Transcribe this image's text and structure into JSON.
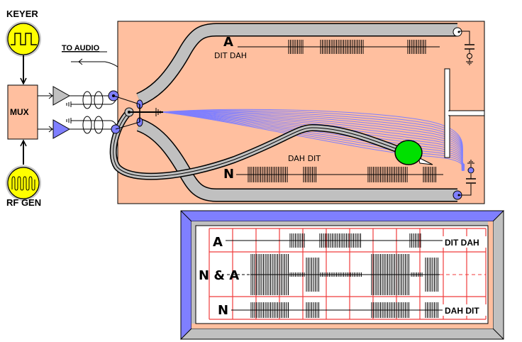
{
  "diagram": {
    "title_labels": {
      "keyer": "KEYER",
      "rf_gen": "RF GEN",
      "mux": "MUX",
      "to_audio": "TO AUDIO"
    },
    "panel": {
      "signal_a": {
        "letter": "A",
        "caption": "DIT DAH",
        "morse": [
          "dit",
          "dah",
          "dit"
        ]
      },
      "signal_n": {
        "letter": "N",
        "caption": "DAH DIT",
        "morse": [
          "dah",
          "dit",
          "dah",
          "dit"
        ]
      }
    },
    "display": {
      "rows": [
        {
          "label": "A",
          "trailing": "DIT DAH"
        },
        {
          "label": "N & A",
          "trailing": ""
        },
        {
          "label": "N",
          "trailing": "DAH DIT"
        }
      ]
    },
    "colors": {
      "panel": "#FFBF9F",
      "coax": "#C0C0C0",
      "connector_blue": "#7F7FFF",
      "field_lines": "#7F7FFF",
      "yellow": "#FFFF00",
      "green": "#00E000",
      "grid_red": "#F03C3C",
      "frame_blue": "#7F7FFF",
      "frame_gray": "#C0C0C0"
    }
  }
}
